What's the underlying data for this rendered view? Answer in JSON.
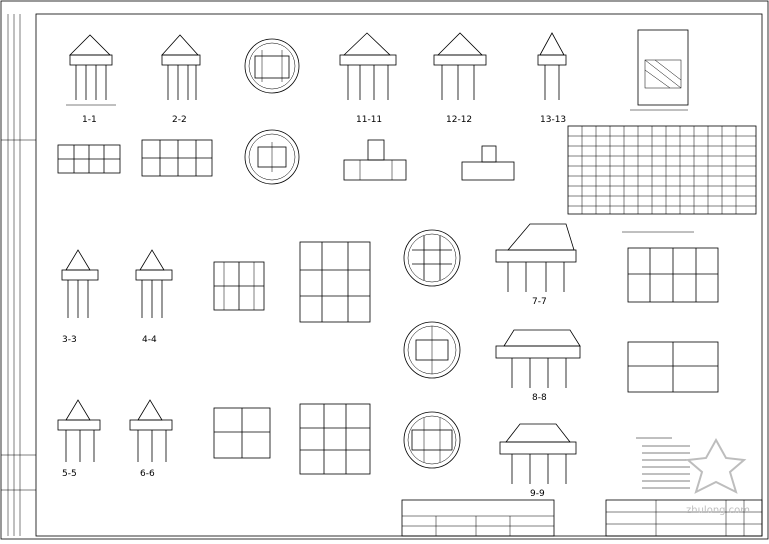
{
  "section_labels": [
    "1-1",
    "2-2",
    "11-11",
    "12-12",
    "13-13",
    "3-3",
    "4-4",
    "7-7",
    "8-8",
    "5-5",
    "6-6",
    "9-9"
  ],
  "watermark": "zhulong.com",
  "colors": {
    "line": "#000000",
    "background": "#ffffff",
    "watermark": "#bdbdbd"
  }
}
